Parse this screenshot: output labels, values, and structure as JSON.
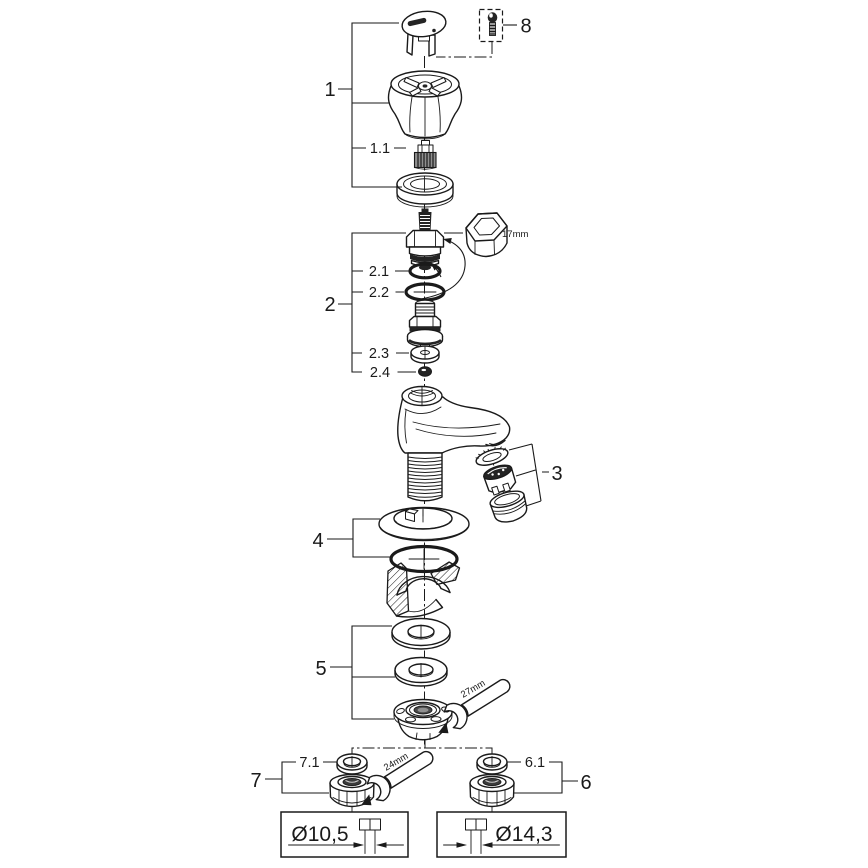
{
  "diagram": {
    "title": "Exploded parts diagram of a pillar tap (faucet) with numbered service parts",
    "colors": {
      "line": "#1a1a1a",
      "background": "#ffffff"
    },
    "labels": {
      "n1": "1",
      "n1_1": "1.1",
      "n2": "2",
      "n2_1": "2.1",
      "n2_2": "2.2",
      "n2_3": "2.3",
      "n2_4": "2.4",
      "n3": "3",
      "n4": "4",
      "n5": "5",
      "n6": "6",
      "n6_1": "6.1",
      "n7": "7",
      "n7_1": "7.1",
      "n8": "8"
    },
    "tools": {
      "hex_socket": "17mm",
      "wrench_upper": "27mm",
      "wrench_lower": "24mm"
    },
    "dimensions": {
      "left_connection": "Ø10,5",
      "right_connection": "Ø14,3"
    }
  }
}
